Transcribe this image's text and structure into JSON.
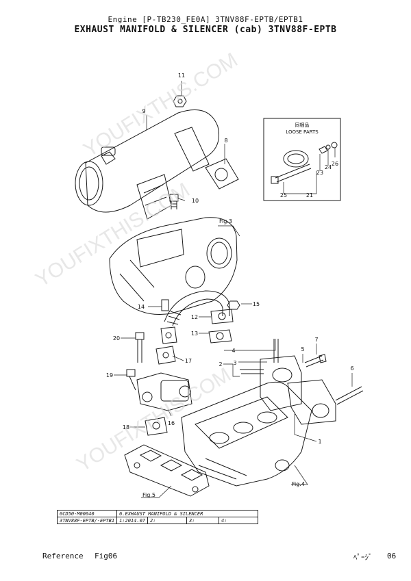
{
  "header": {
    "line1": "Engine [P-TB230_FE0A]  3TNV88F-EPTB/EPTB1",
    "line2": "EXHAUST MANIFOLD & SILENCER (cab) 3TNV88F-EPTB"
  },
  "loose_parts": {
    "jp": "同梱品",
    "en": "LOOSE PARTS"
  },
  "callouts": [
    "11",
    "9",
    "8",
    "10",
    "14",
    "15",
    "12",
    "13",
    "20",
    "4",
    "3",
    "2",
    "7",
    "5",
    "6",
    "19",
    "17",
    "18",
    "16",
    "1",
    "25",
    "21",
    "23",
    "24",
    "26"
  ],
  "fig_refs": [
    "Fig.3",
    "Fig.4",
    "Fig.5"
  ],
  "watermark": "YOUFIXTHIS.COM",
  "table": {
    "r1c1": "0CD50-M00640",
    "r1c2": "6.EXHAUST MANIFOLD & SILENCER",
    "r2c1": "3TNV88F-EPTB/-EPTB1",
    "r2c2": "1:2014.07",
    "r2c3": "2:",
    "r2c4": "3:",
    "r2c5": "4:"
  },
  "footer": {
    "reference": "Reference",
    "fig": "Fig06",
    "page_label": "ﾍﾟｰｼﾞ",
    "page_no": "06"
  }
}
